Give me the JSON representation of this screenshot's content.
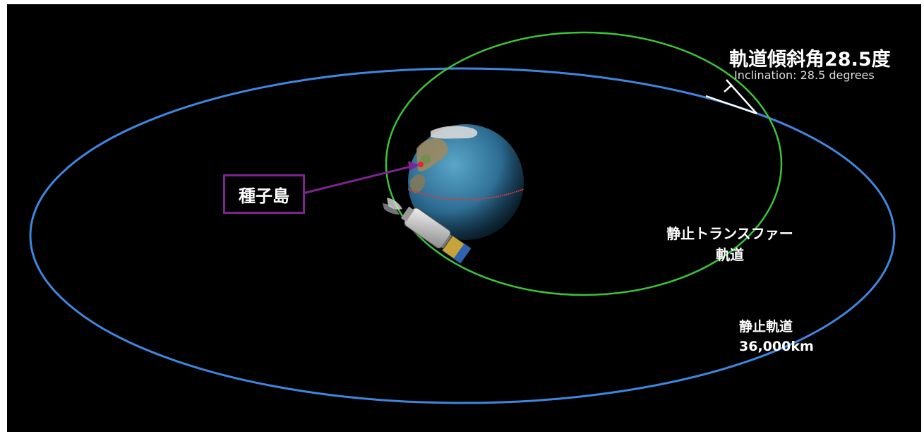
{
  "labels": {
    "inclination_jp": "軌道傾斜角28.5度",
    "inclination_en": "Inclination: 28.5 degrees",
    "transfer_orbit_line1": "静止トランスファー",
    "transfer_orbit_line2": "軌道",
    "geo_orbit_line1": "静止軌道",
    "geo_orbit_line2": "36,000km",
    "launch_site": "種子島"
  },
  "colors": {
    "background": "#000000",
    "geostationary_orbit": "#3f86e0",
    "transfer_orbit": "#3cc43a",
    "equator": "#d63a3a",
    "launch_site_marker": "#7e2391",
    "ocean": "#2f6f96",
    "land": "#a08a5c"
  },
  "icons": {
    "earth": "earth-globe-icon",
    "satellite": "satellite-icon"
  }
}
